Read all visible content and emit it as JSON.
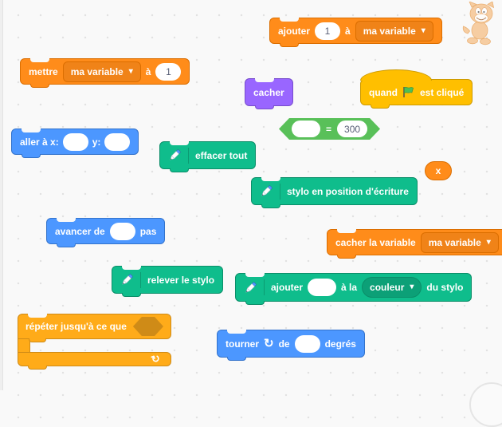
{
  "workspace": {
    "background_color": "#F9F9F9",
    "dot_color": "#E1E1E1"
  },
  "colors": {
    "motion": "#4C97FF",
    "looks": "#9966FF",
    "events": "#FFBF00",
    "control": "#FFAB19",
    "operators": "#59C059",
    "variables": "#FF8C1A",
    "pen": "#0FBD8C"
  },
  "icons": {
    "dropdown_arrow": "▾",
    "rotate_clockwise": "↻",
    "loop_arrow": "↻"
  },
  "blocks": {
    "add_to_variable": {
      "text_ajouter": "ajouter",
      "value": "1",
      "text_a": "à",
      "variable": "ma variable"
    },
    "set_variable": {
      "text_mettre": "mettre",
      "variable": "ma variable",
      "text_a": "à",
      "value": "1"
    },
    "hide": {
      "label": "cacher"
    },
    "when_flag_clicked": {
      "text_quand": "quand",
      "text_est_clique": "est cliqué"
    },
    "equals_operator": {
      "operator": "=",
      "right_value": "300"
    },
    "goto_xy": {
      "text_aller": "aller à x:",
      "text_y": "y:"
    },
    "erase_all": {
      "label": "effacer tout"
    },
    "pen_down": {
      "label": "stylo en position d'écriture"
    },
    "variable_x": {
      "label": "x"
    },
    "move_steps": {
      "text_avancer": "avancer de",
      "text_pas": "pas"
    },
    "hide_variable": {
      "text_label": "cacher la variable",
      "variable": "ma variable"
    },
    "pen_up": {
      "label": "relever le stylo"
    },
    "change_pen_color": {
      "text_ajouter": "ajouter",
      "text_a_la": "à la",
      "parameter": "couleur",
      "text_du_stylo": "du stylo"
    },
    "repeat_until": {
      "label": "répéter jusqu'à ce que"
    },
    "turn_degrees": {
      "text_tourner": "tourner",
      "text_de": "de",
      "text_degres": "degrés"
    }
  }
}
